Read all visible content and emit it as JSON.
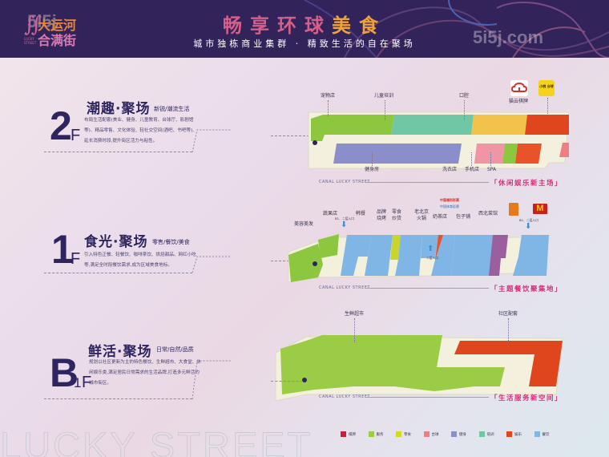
{
  "header": {
    "logo": {
      "line1": "大运河",
      "line2": "合满街",
      "mark": "∬",
      "sub": "LUCKY STREET"
    },
    "title_part1": "畅享",
    "title_part2": "环球",
    "title_part3": "美食",
    "subtitle": "城市独栋商业集群 · 精致生活的自在聚场"
  },
  "floors": [
    {
      "id": "2F",
      "number": "2",
      "suffix": "F",
      "title": "潮趣·聚场",
      "tag": "新锐/潮流生活",
      "description": "布局生活配套(美业、健身、儿童教育、台球厅、影剧馆等)、精品零售、文化体验、轻社交空间(酒吧、书吧等),延长消费时段,提升街区活力与粘性。",
      "canal_label": "CANAL LUCKY STREET",
      "slogan": "「休闲娱乐新主场」",
      "shops": [
        "宠物店",
        "儿童培训",
        "口腔",
        "猫云棋牌",
        "健身房",
        "洗衣店",
        "手机店",
        "SPA"
      ],
      "brands": [
        "猫云棋牌",
        "小桃 台球"
      ]
    },
    {
      "id": "1F",
      "number": "1",
      "suffix": "F",
      "title": "食光·聚场",
      "tag": "零售/餐饮/美食",
      "description": "引入特色正餐、轻餐饮、咖啡茶饮、烘焙甜品、网红小吃等,满足全时段餐饮需求,成为区域美食地标。",
      "canal_label": "CANAL LUCKY STREET",
      "slogan": "「主题餐饮聚集地」",
      "shops": [
        "美容美发",
        "蔬果店",
        "韩餐",
        "品牌烧烤",
        "零食炒货",
        "老北京火锅",
        "奶茶店",
        "包子铺",
        "西北菜馆"
      ],
      "entries": [
        "B1、二层入口",
        "二层入口",
        "B1、二层入口"
      ],
      "brands": [
        "中国福利彩票",
        "中国体育彩票",
        "蜜雪冰城",
        "McDonald's"
      ]
    },
    {
      "id": "B1F",
      "number": "B",
      "subnumber": "1",
      "suffix": "F",
      "title": "鲜活·聚场",
      "tag": "日常/自然/品质",
      "description": "规划以社区更新为主的特色餐饮、生鲜超市、大食堂、休闲娱乐类,满足居民日常需求的生活品牌,打造多元鲜活的城市街区。",
      "canal_label": "CANAL LUCKY STREET",
      "slogan": "「生活服务新空间」",
      "shops": [
        "生鲜超市",
        "社区配套"
      ]
    }
  ],
  "legend": [
    {
      "label": "棋牌",
      "color": "#c8203f"
    },
    {
      "label": "服务",
      "color": "#9bcc45"
    },
    {
      "label": "零食",
      "color": "#d2d92c"
    },
    {
      "label": "台球",
      "color": "#ef7d82"
    },
    {
      "label": "健身",
      "color": "#8a8fcb"
    },
    {
      "label": "培训",
      "color": "#6fc7a6"
    },
    {
      "label": "娱乐",
      "color": "#e0461e"
    },
    {
      "label": "餐饮",
      "color": "#7fb6e6"
    }
  ],
  "colors": {
    "header_bg": "#32245a",
    "accent_pink": "#d8307a",
    "navy": "#2e2560",
    "base_floor": "#f3f1dd"
  },
  "footer": {
    "watermark_text": "LUCKY STREET"
  }
}
